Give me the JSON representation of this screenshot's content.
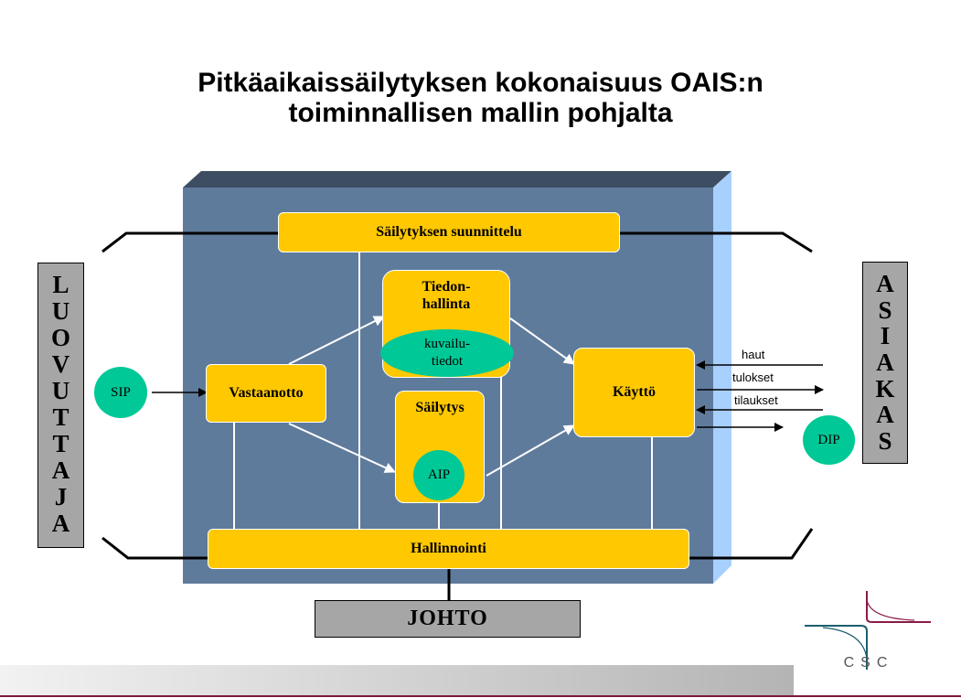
{
  "title": {
    "line1": "Pitkäaikaissäilytyksen kokonaisuus OAIS:n",
    "line2": "toiminnallisen mallin pohjalta"
  },
  "producer": {
    "letters": [
      "L",
      "U",
      "O",
      "V",
      "U",
      "T",
      "T",
      "A",
      "J",
      "A"
    ]
  },
  "consumer": {
    "letters": [
      "A",
      "S",
      "I",
      "A",
      "K",
      "A",
      "S"
    ]
  },
  "boxes": {
    "planning": "Säilytyksen suunnittelu",
    "data_management_1": "Tiedon-",
    "data_management_2": "hallinta",
    "ingest": "Vastaanotto",
    "storage": "Säilytys",
    "access": "Käyttö",
    "administration": "Hallinnointi"
  },
  "packages": {
    "sip": "SIP",
    "aip": "AIP",
    "dip": "DIP",
    "descriptive_1": "kuvailu-",
    "descriptive_2": "tiedot"
  },
  "flows": {
    "queries": "haut",
    "results": "tulokset",
    "orders": "tilaukset"
  },
  "management": "JOHTO",
  "logo": {
    "text": "CSC"
  },
  "colors": {
    "panel": "#5f7b9c",
    "panel_top": "#3d4e62",
    "panel_side": "#a8d0ff",
    "box": "#ffc800",
    "package": "#00c896",
    "side_box": "#a6a6a6"
  }
}
